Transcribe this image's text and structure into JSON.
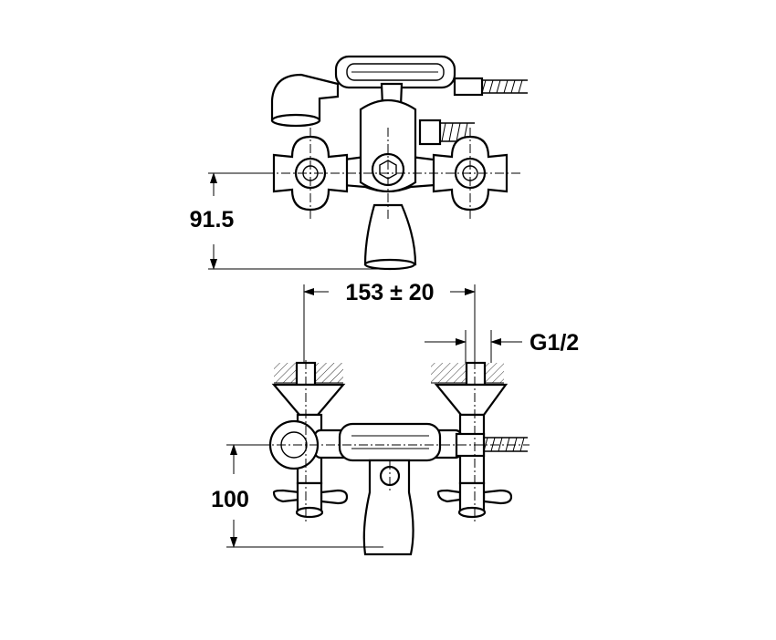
{
  "drawing": {
    "title": "Bath mixer dimension drawing",
    "dimensions": {
      "height_top_view": "91.5",
      "center_distance": "153 ± 20",
      "thread": "G1/2",
      "height_front_view": "100"
    },
    "colors": {
      "line": "#000000",
      "background": "#ffffff"
    }
  }
}
